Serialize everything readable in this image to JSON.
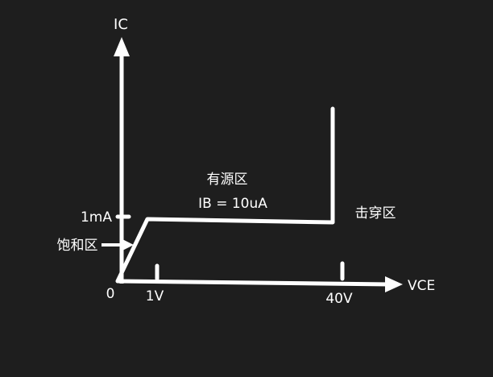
{
  "colors": {
    "background": "#1e1e1e",
    "stroke": "#ffffff",
    "text": "#ffffff"
  },
  "axes": {
    "y_label": "IC",
    "x_label": "VCE",
    "origin_label": "0"
  },
  "ticks": {
    "x_1v": "1V",
    "x_40v": "40V",
    "y_1ma": "1mA"
  },
  "regions": {
    "active_title": "有源区",
    "active_condition": "IB = 10uA",
    "breakdown": "击穿区",
    "saturation": "饱和区"
  }
}
